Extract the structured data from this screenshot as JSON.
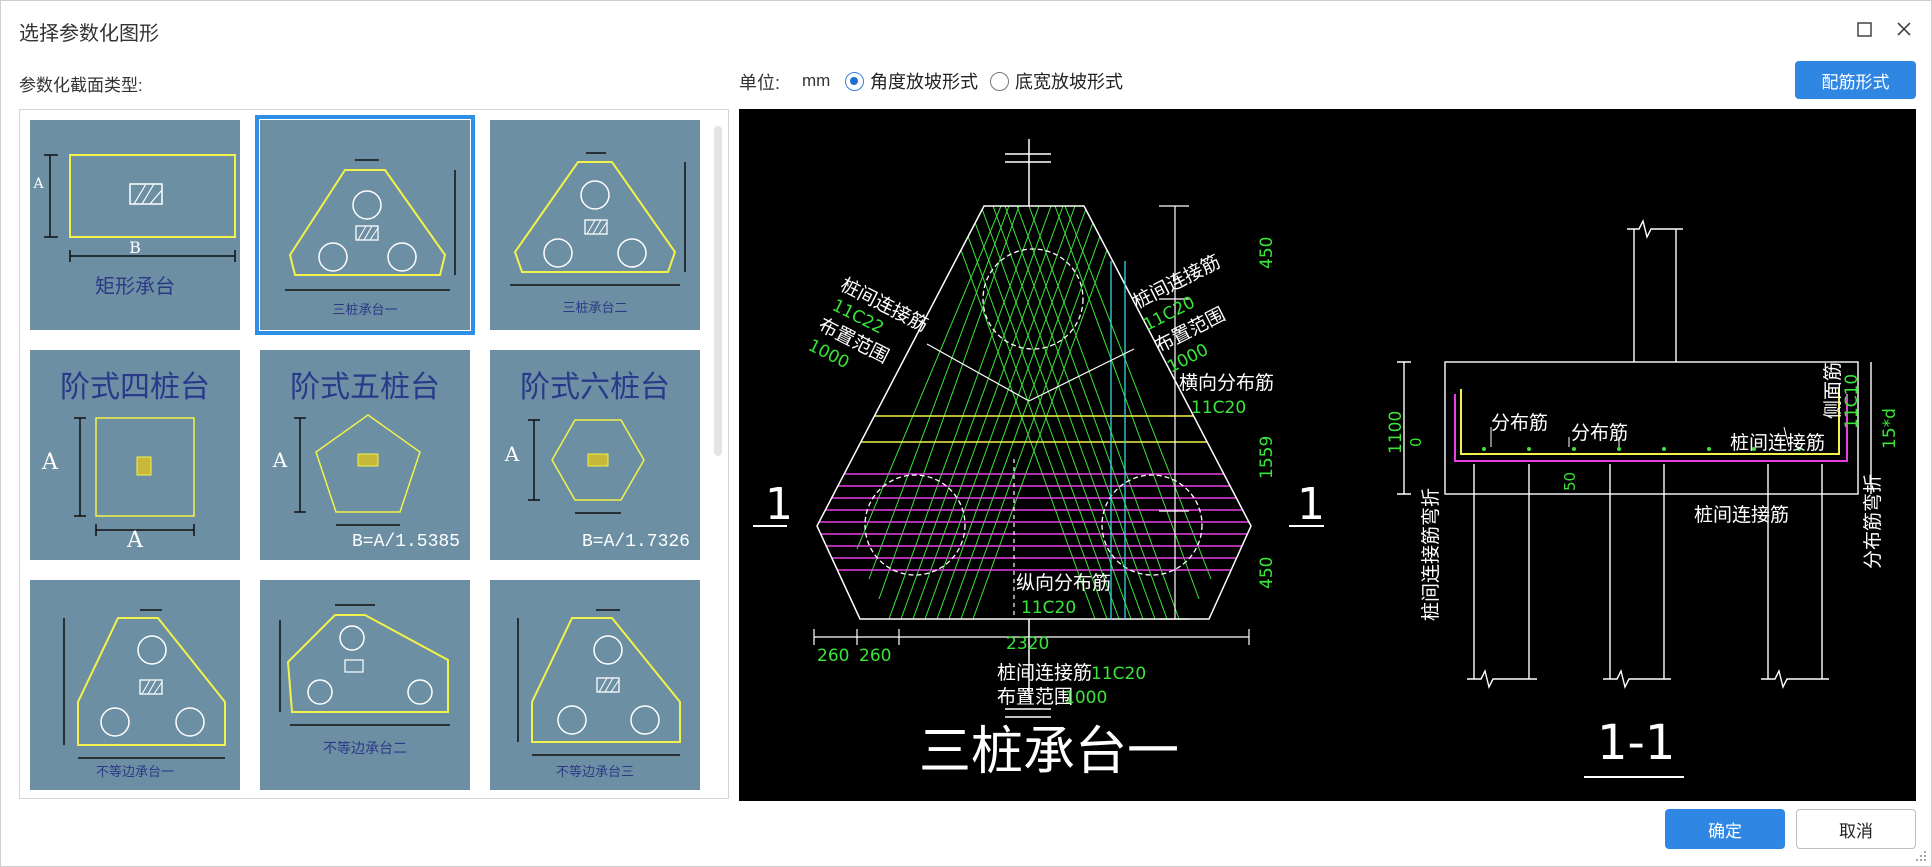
{
  "window": {
    "title": "选择参数化图形"
  },
  "left_panel": {
    "label": "参数化截面类型:"
  },
  "toolbar": {
    "unit_label": "单位:",
    "unit_value": "mm",
    "radio_angle": "角度放坡形式",
    "radio_width": "底宽放坡形式",
    "selected_radio": "角度放坡形式",
    "rebar_button": "配筋形式"
  },
  "gallery": {
    "items": [
      {
        "caption": "矩形承台",
        "dim_a": "A",
        "dim_b": "B"
      },
      {
        "caption": "三桩承台一"
      },
      {
        "caption": "三桩承台二"
      },
      {
        "caption": "阶式四桩台",
        "dim_a": "A",
        "dim_b": "A"
      },
      {
        "caption": "阶式五桩台",
        "dim_a": "A",
        "formula": "B=A/1.5385"
      },
      {
        "caption": "阶式六桩台",
        "dim_a": "A",
        "formula": "B=A/1.7326"
      },
      {
        "caption": "不等边承台一"
      },
      {
        "caption": "不等边承台二"
      },
      {
        "caption": "不等边承台三"
      }
    ],
    "selected_index": 1
  },
  "preview": {
    "title": "三桩承台一",
    "section_title": "1-1",
    "section_mark": "1",
    "plan": {
      "lbl_connect_left": "桩间连接筋",
      "val_connect_left": "11C22",
      "lbl_range_left": "布置范围",
      "val_range_left": "1000",
      "lbl_connect_right": "桩间连接筋",
      "val_connect_right": "11C20",
      "lbl_range_right": "布置范围",
      "val_range_right": "1000",
      "lbl_transverse": "横向分布筋",
      "val_transverse": "11C20",
      "lbl_longitudinal": "纵向分布筋",
      "val_longitudinal": "11C20",
      "lbl_connect_bottom": "桩间连接筋",
      "val_connect_bottom": "11C20",
      "lbl_range_bottom": "布置范围",
      "val_range_bottom": "1000",
      "dim_top": "450",
      "dim_mid": "1559",
      "dim_bot": "450",
      "dim_total": "2320",
      "dim_left1": "260",
      "dim_left2": "260"
    },
    "section": {
      "lbl_dist1": "分布筋",
      "lbl_dist2": "分布筋",
      "lbl_side": "侧面筋",
      "val_side": "11C10",
      "lbl_connect": "桩间连接筋",
      "lbl_connect2": "桩间连接筋",
      "lbl_connect_bend": "桩间连接筋弯折",
      "lbl_dist_bend": "分布筋弯折",
      "val_bend": "15*d",
      "dim_height": "1100",
      "dim_zero": "0",
      "dim_50": "50"
    }
  },
  "footer": {
    "ok": "确定",
    "cancel": "取消"
  },
  "colors": {
    "accent": "#2f86e3",
    "thumb_bg": "#6d8fa4",
    "cad_green": "#39e639",
    "cad_magenta": "#e83fe0",
    "cad_yellow": "#f2f24a",
    "cad_cyan": "#36d6e0"
  }
}
